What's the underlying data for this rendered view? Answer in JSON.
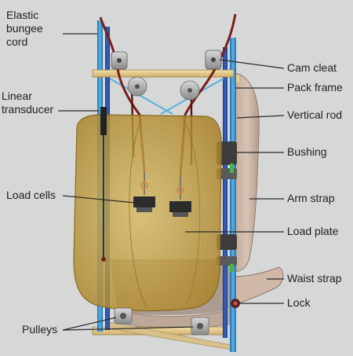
{
  "colors": {
    "background": "#d6d8d8",
    "text": "#1e1e1e",
    "leader": "#2a2a2a",
    "rod_blue": "#2f8fd0",
    "frame_tan": "#e8cf8f",
    "load_plate_amber": "#c9a53a",
    "bungee_red": "#7a1f1a",
    "harness_beige": "#c9b4a6"
  },
  "labels": {
    "bungee_line1": "Elastic",
    "bungee_line2": "bungee",
    "bungee_line3": "cord",
    "transducer_line1": "Linear",
    "transducer_line2": "transducer",
    "load_cells": "Load cells",
    "pulleys": "Pulleys",
    "cam_cleat": "Cam cleat",
    "pack_frame": "Pack frame",
    "vertical_rod": "Vertical rod",
    "bushing": "Bushing",
    "arm_strap": "Arm strap",
    "load_plate": "Load plate",
    "waist_strap": "Waist strap",
    "lock": "Lock"
  }
}
